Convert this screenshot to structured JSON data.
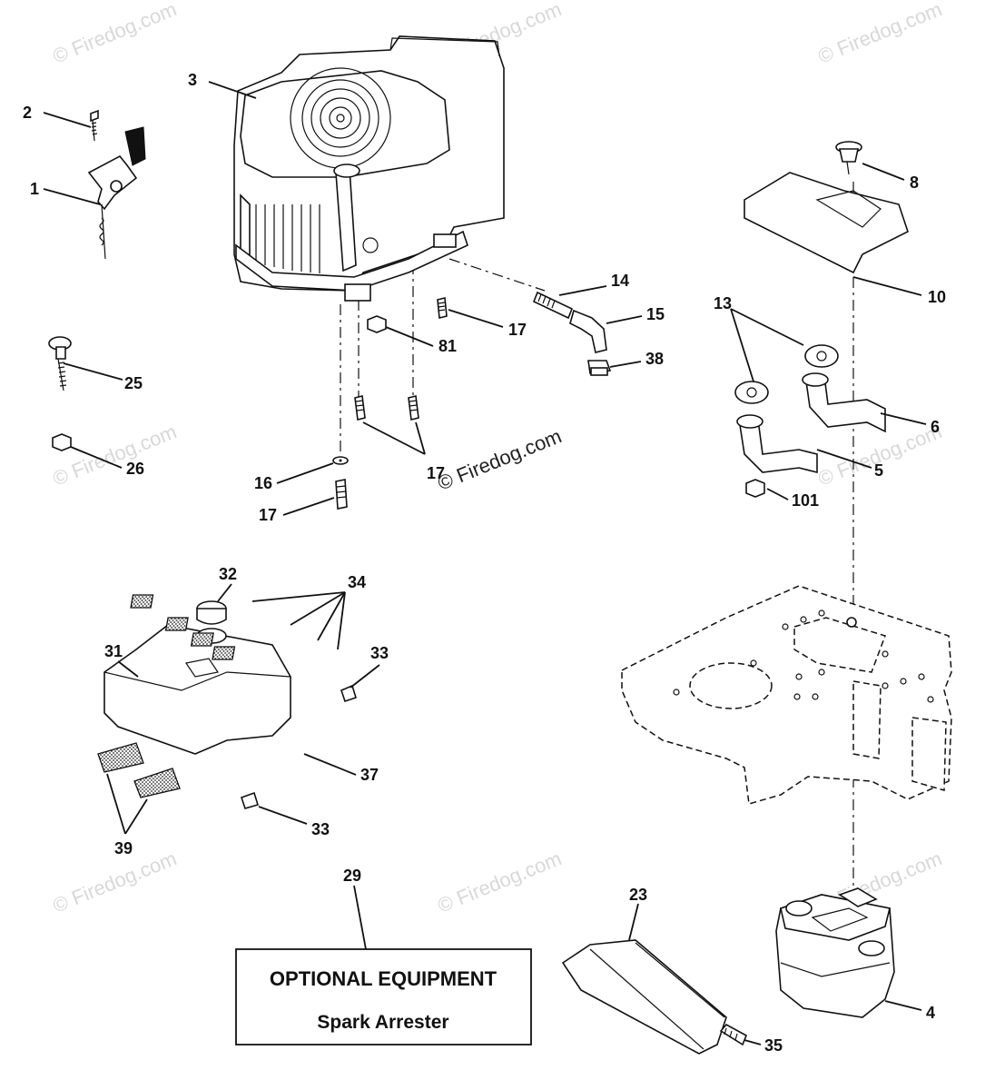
{
  "watermark": "© Firedog.com",
  "callouts": {
    "c1": "1",
    "c2": "2",
    "c3": "3",
    "c4": "4",
    "c5": "5",
    "c6": "6",
    "c8": "8",
    "c10": "10",
    "c13": "13",
    "c14": "14",
    "c15": "15",
    "c16": "16",
    "c17a": "17",
    "c17b": "17",
    "c17c": "17",
    "c23": "23",
    "c25": "25",
    "c26": "26",
    "c29": "29",
    "c31": "31",
    "c32": "32",
    "c33a": "33",
    "c33b": "33",
    "c34": "34",
    "c35": "35",
    "c37": "37",
    "c38": "38",
    "c39": "39",
    "c81": "81",
    "c101": "101"
  },
  "optional_box": {
    "title": "OPTIONAL EQUIPMENT",
    "subtitle": "Spark Arrester"
  }
}
